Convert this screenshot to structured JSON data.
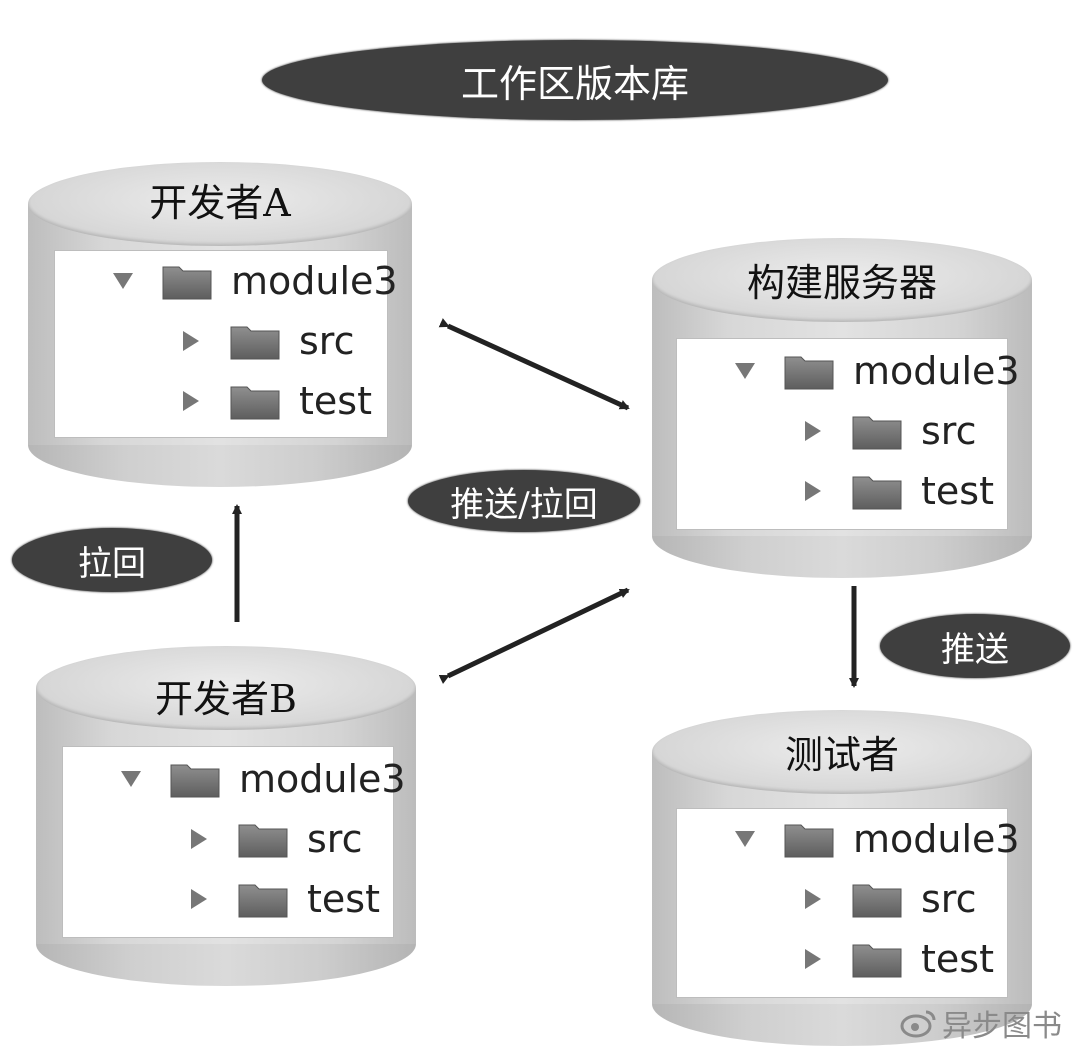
{
  "header": {
    "title": "工作区版本库"
  },
  "nodes": {
    "dev_a": {
      "title": "开发者A",
      "tree": {
        "root": "module3",
        "children": [
          "src",
          "test"
        ]
      }
    },
    "build_server": {
      "title": "构建服务器",
      "tree": {
        "root": "module3",
        "children": [
          "src",
          "test"
        ]
      }
    },
    "dev_b": {
      "title": "开发者B",
      "tree": {
        "root": "module3",
        "children": [
          "src",
          "test"
        ]
      }
    },
    "tester": {
      "title": "测试者",
      "tree": {
        "root": "module3",
        "children": [
          "src",
          "test"
        ]
      }
    }
  },
  "edges": {
    "pull": "拉回",
    "push_pull": "推送/拉回",
    "push": "推送"
  },
  "watermark": {
    "text": "异步图书"
  },
  "colors": {
    "pill": "#3f3f3f",
    "drum": "#d4d4d4",
    "arrow": "#222222"
  }
}
